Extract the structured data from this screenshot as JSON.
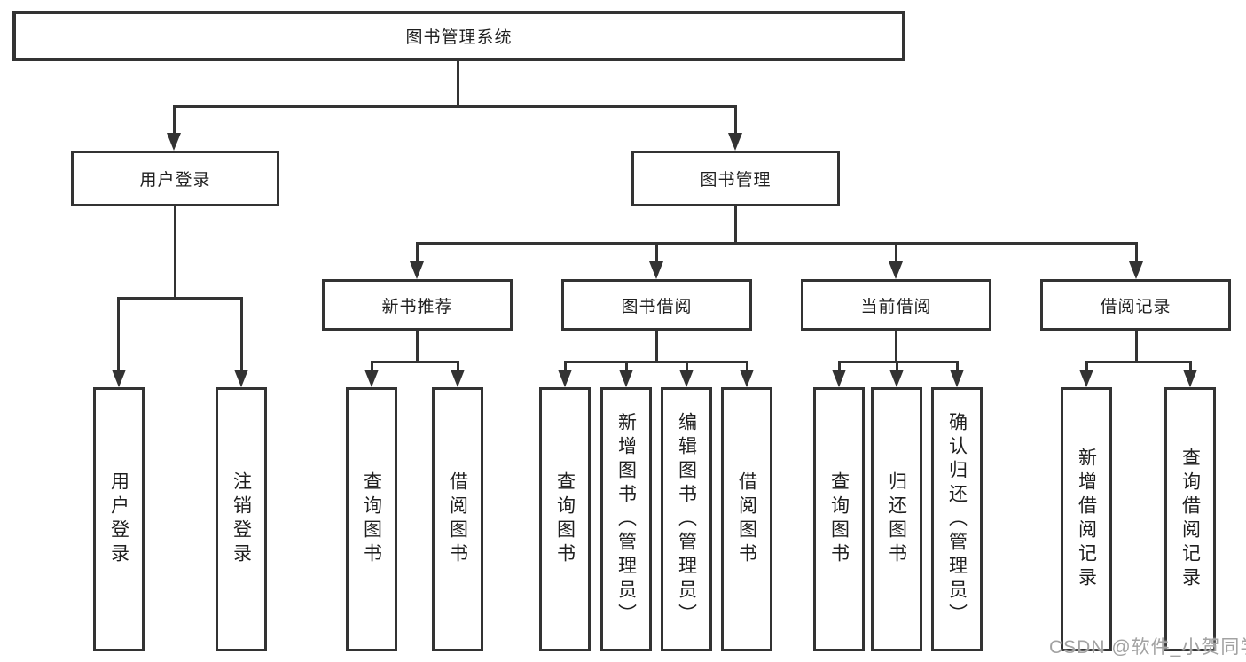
{
  "tree": {
    "label": "图书管理系统",
    "children": [
      {
        "label": "用户登录",
        "children": [
          {
            "label": "用户登录"
          },
          {
            "label": "注销登录"
          }
        ]
      },
      {
        "label": "图书管理",
        "children": [
          {
            "label": "新书推荐",
            "children": [
              {
                "label": "查询图书"
              },
              {
                "label": "借阅图书"
              }
            ]
          },
          {
            "label": "图书借阅",
            "children": [
              {
                "label": "查询图书"
              },
              {
                "label": "新增图书（管理员）"
              },
              {
                "label": "编辑图书（管理员）"
              },
              {
                "label": "借阅图书"
              }
            ]
          },
          {
            "label": "当前借阅",
            "children": [
              {
                "label": "查询图书"
              },
              {
                "label": "归还图书"
              },
              {
                "label": "确认归还（管理员）"
              }
            ]
          },
          {
            "label": "借阅记录",
            "children": [
              {
                "label": "新增借阅记录"
              },
              {
                "label": "查询借阅记录"
              }
            ]
          }
        ]
      }
    ]
  },
  "watermark": "CSDN @软件_小贺同学",
  "colors": {
    "line": "#333333",
    "text": "#1f1f1f",
    "watermark": "#a2a2a2",
    "background": "#ffffff"
  }
}
